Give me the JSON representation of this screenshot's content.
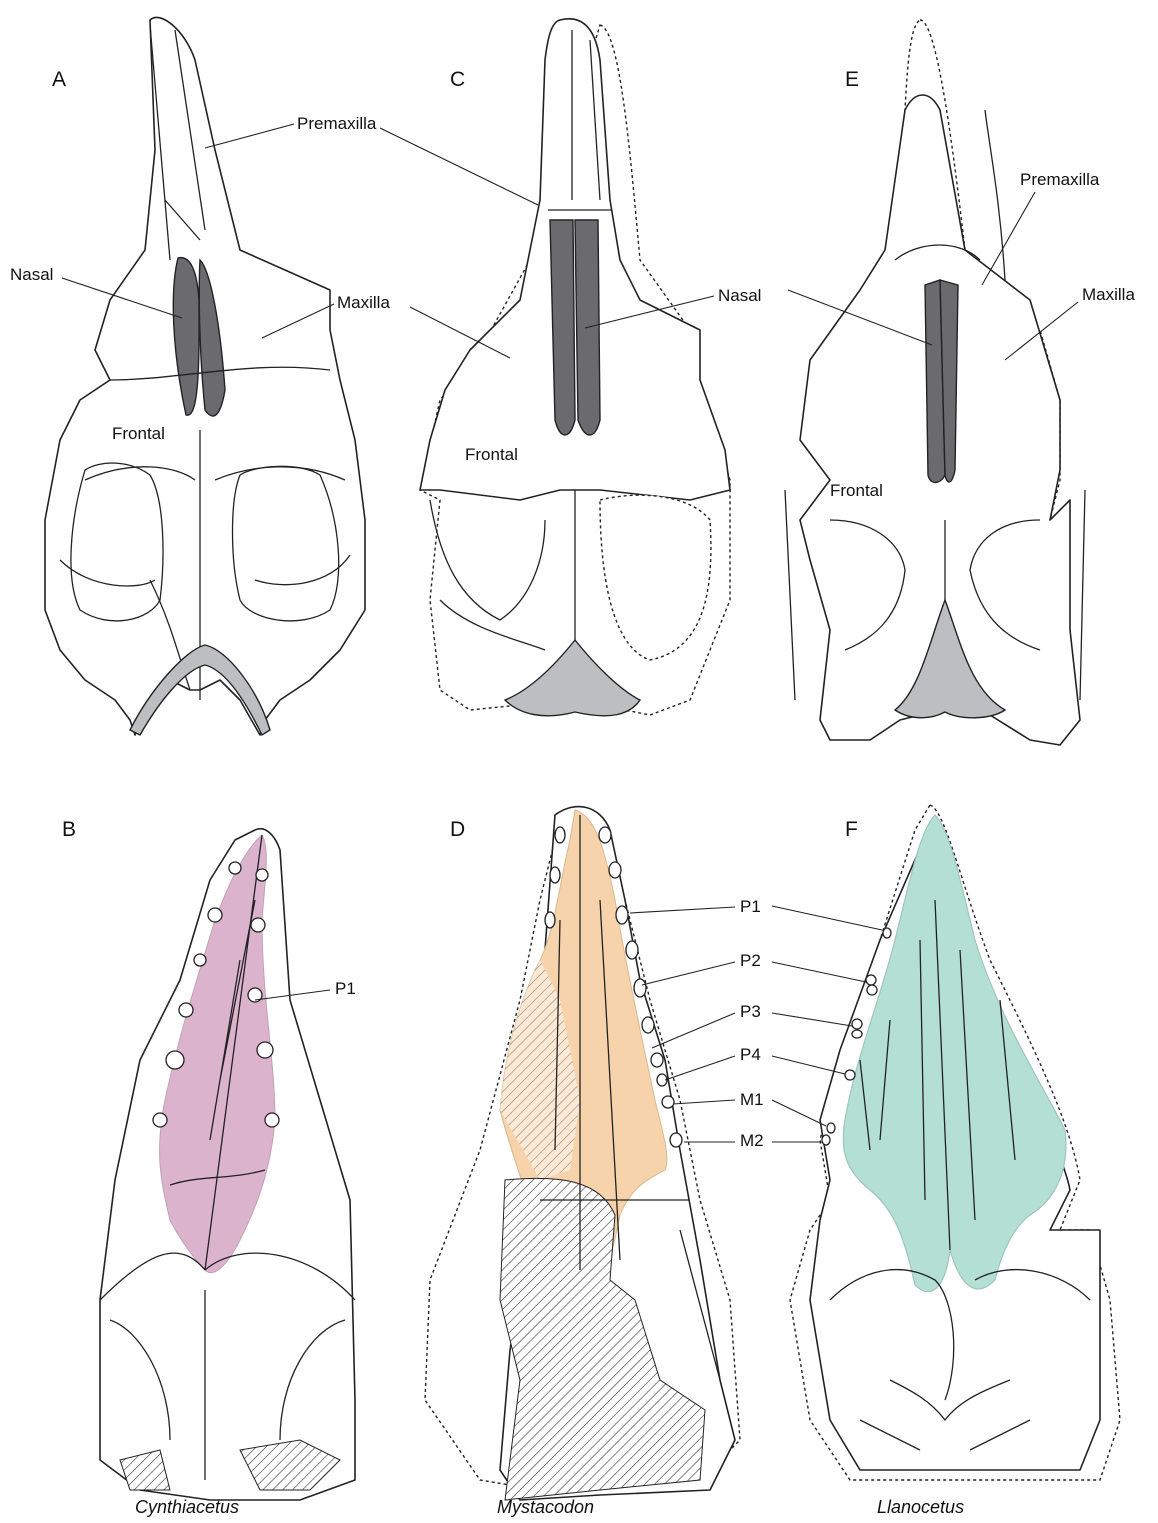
{
  "panels": {
    "A": "A",
    "B": "B",
    "C": "C",
    "D": "D",
    "E": "E",
    "F": "F"
  },
  "labels": {
    "premaxilla": "Premaxilla",
    "nasal": "Nasal",
    "maxilla": "Maxilla",
    "frontal": "Frontal",
    "p1": "P1",
    "p2": "P2",
    "p3": "P3",
    "p4": "P4",
    "m1": "M1",
    "m2": "M2"
  },
  "genera": {
    "left": "Cynthiacetus",
    "middle": "Mystacodon",
    "right": "Llanocetus"
  },
  "colors": {
    "nasal_fill": "#6b6b6e",
    "occipital_fill": "#bdbec1",
    "palate_cynthiacetus": "#dcb3cd",
    "palate_mystacodon": "#f7d3ab",
    "palate_llanocetus": "#b4e0d3",
    "hatching": "#333333"
  }
}
